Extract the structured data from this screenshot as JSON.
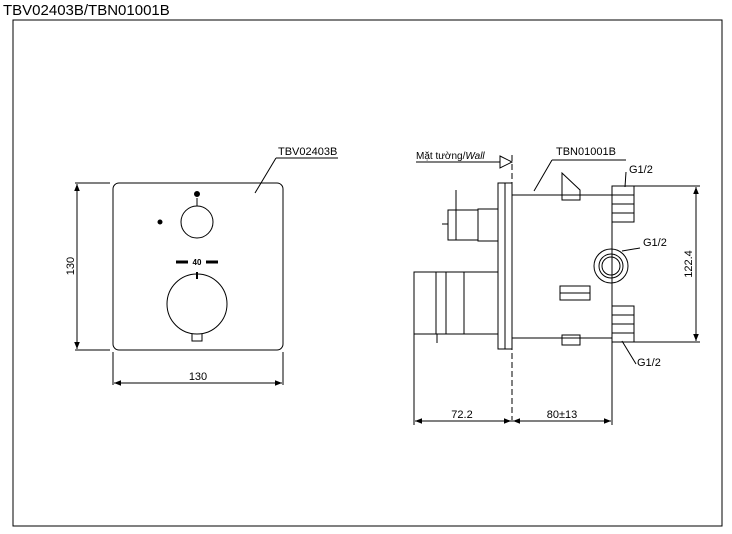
{
  "drawing": {
    "title": "TBV02403B/TBN01001B",
    "front_view": {
      "part_label": "TBV02403B",
      "dial_mark": "40",
      "width_dim": "130",
      "height_dim": "130"
    },
    "side_view": {
      "wall_label": "Mặt tường/",
      "wall_label_italic": "Wall",
      "body_label": "TBN01001B",
      "connection_top": "G1/2",
      "connection_middle": "G1/2",
      "connection_bottom": "G1/2",
      "height_dim": "122.4",
      "protrusion_dim": "72.2",
      "depth_dim": "80±13"
    }
  }
}
